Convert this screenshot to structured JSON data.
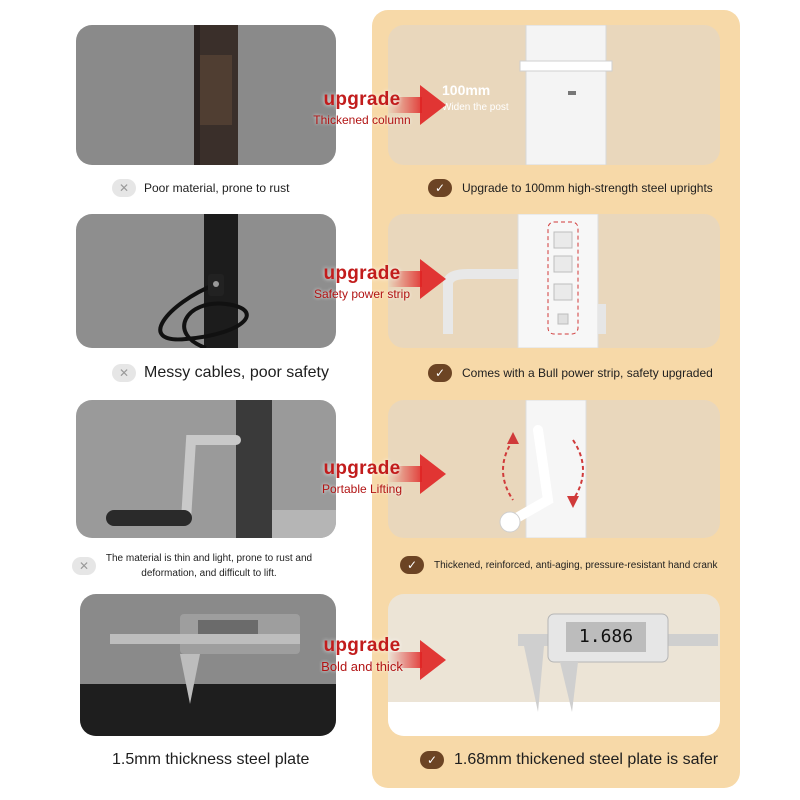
{
  "rows": [
    {
      "bad": "Poor material, prone to rust",
      "upgrade": "upgrade",
      "upgrade_sub": "Thickened column",
      "good": "Upgrade to 100mm high-strength steel uprights",
      "callout_title": "100mm",
      "callout_sub": "Widen the post"
    },
    {
      "bad": "Messy cables, poor safety",
      "upgrade": "upgrade",
      "upgrade_sub": "Safety power strip",
      "good": "Comes with a Bull power strip, safety upgraded"
    },
    {
      "bad": "The material is thin and light, prone to rust and deformation, and difficult to lift.",
      "upgrade": "upgrade",
      "upgrade_sub": "Portable Lifting",
      "good": "Thickened, reinforced, anti-aging, pressure-resistant hand crank"
    },
    {
      "bad": "1.5mm thickness steel plate",
      "upgrade": "upgrade",
      "upgrade_sub": "Bold and thick",
      "good": "1.68mm thickened steel plate is safer",
      "caliper_reading": "1.686"
    }
  ],
  "icons": {
    "bad": "x-icon",
    "good": "check-icon"
  },
  "colors": {
    "accent": "#c21c1c",
    "right_bg": "#f7d9a8",
    "check": "#6c4424"
  }
}
